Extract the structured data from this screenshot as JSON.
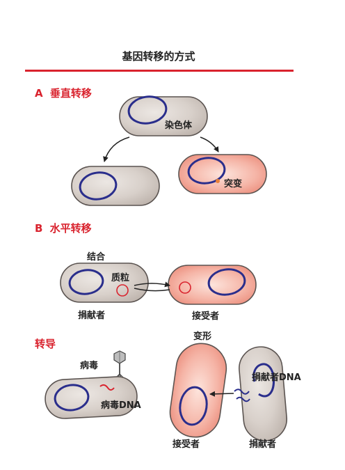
{
  "title": "基因转移的方式",
  "colors": {
    "accent": "#d9232e",
    "text": "#222222",
    "cell_gray": "#d8d0ca",
    "cell_pink": "#f2a090",
    "chromosome": "#2a2e8c",
    "plasmid": "#d9232e",
    "mutation": "#e8803a"
  },
  "section_a": {
    "heading_letter": "A",
    "heading_text": "垂直转移",
    "chromosome_label": "染色体",
    "mutation_label": "突变"
  },
  "section_b": {
    "heading_letter": "B",
    "heading_text": "水平转移",
    "conjugation_label": "结合",
    "plasmid_label": "质粒",
    "donor_label": "捐献者",
    "recipient_label": "接受者"
  },
  "section_c": {
    "heading_text": "转导",
    "virus_label": "病毒",
    "virus_dna_label": "病毒DNA",
    "transformation_label": "变形",
    "donor_dna_label": "捐献者DNA",
    "recipient_label": "接受者",
    "donor_label": "捐献者"
  }
}
